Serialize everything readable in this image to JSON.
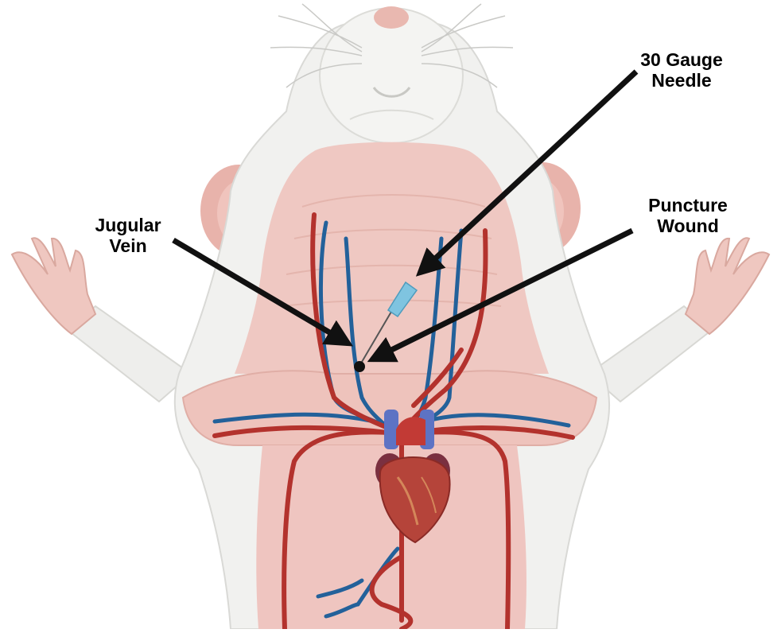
{
  "labels": {
    "needle": {
      "line1": "30 Gauge",
      "line2": "Needle"
    },
    "jugular": {
      "line1": "Jugular",
      "line2": "Vein"
    },
    "puncture": {
      "line1": "Puncture",
      "line2": "Wound"
    }
  },
  "colors": {
    "fur": "#f1f1ef",
    "fur_shadow": "#d9d9d6",
    "skin": "#f0c9c2",
    "skin_dark": "#e3aaa1",
    "body_cavity": "#efc5c0",
    "vein": "#23619a",
    "artery": "#b3322d",
    "heart": "#b5443a",
    "atria": "#7a3040",
    "needle_hub": "#7fc4e0",
    "arrow": "#111111"
  }
}
